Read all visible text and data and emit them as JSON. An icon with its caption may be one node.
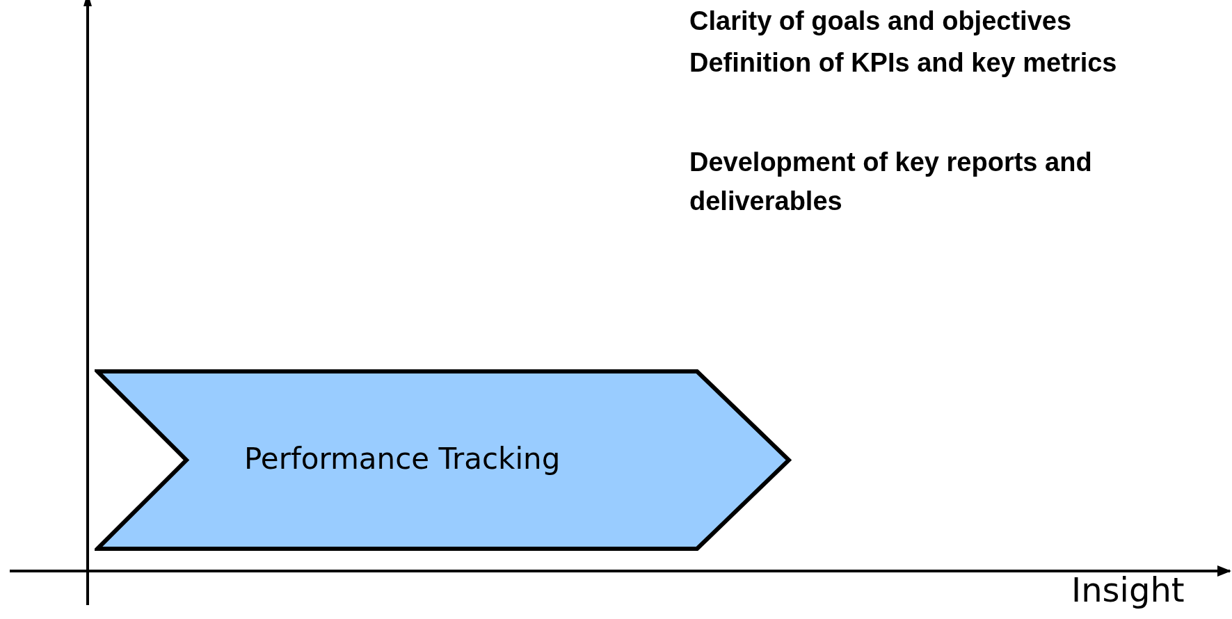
{
  "diagram": {
    "nodes": [
      {
        "text": [
          "Performance Tracking"
        ]
      }
    ],
    "edges": [],
    "labels": [
      "Clarity of goals and objectives",
      "Definition of KPIs and key metrics",
      "Development of key reports and deliverables",
      "Insight"
    ]
  }
}
